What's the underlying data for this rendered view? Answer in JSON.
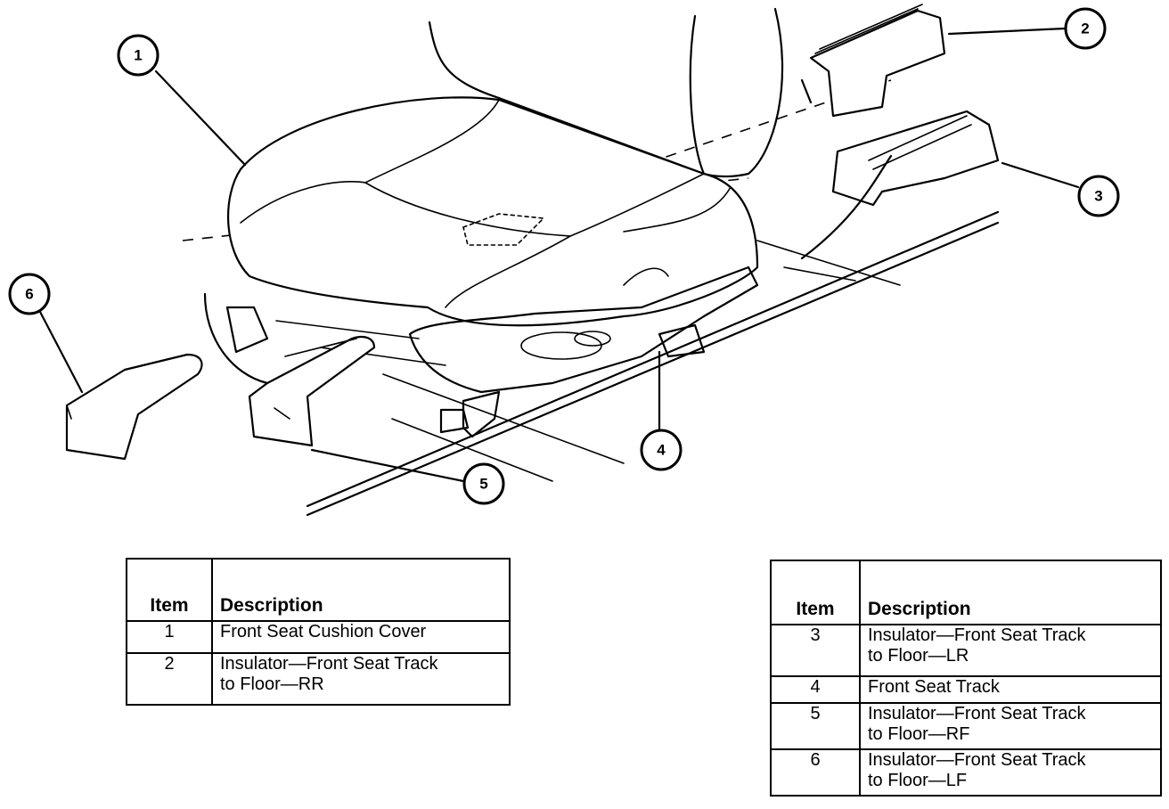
{
  "callouts": [
    "1",
    "2",
    "3",
    "4",
    "5",
    "6"
  ],
  "legend_left": {
    "headers": {
      "item": "Item",
      "description": "Description"
    },
    "rows": [
      {
        "item": "1",
        "description": [
          "Front Seat Cushion Cover"
        ]
      },
      {
        "item": "2",
        "description": [
          "Insulator—Front Seat Track",
          "to Floor—RR"
        ]
      }
    ]
  },
  "legend_right": {
    "headers": {
      "item": "Item",
      "description": "Description"
    },
    "rows": [
      {
        "item": "3",
        "description": [
          "Insulator—Front Seat Track",
          "to Floor—LR"
        ]
      },
      {
        "item": "4",
        "description": [
          "Front Seat Track"
        ]
      },
      {
        "item": "5",
        "description": [
          "Insulator—Front Seat Track",
          "to Floor—RF"
        ]
      },
      {
        "item": "6",
        "description": [
          "Insulator—Front Seat Track",
          "to Floor—LF"
        ]
      }
    ]
  }
}
